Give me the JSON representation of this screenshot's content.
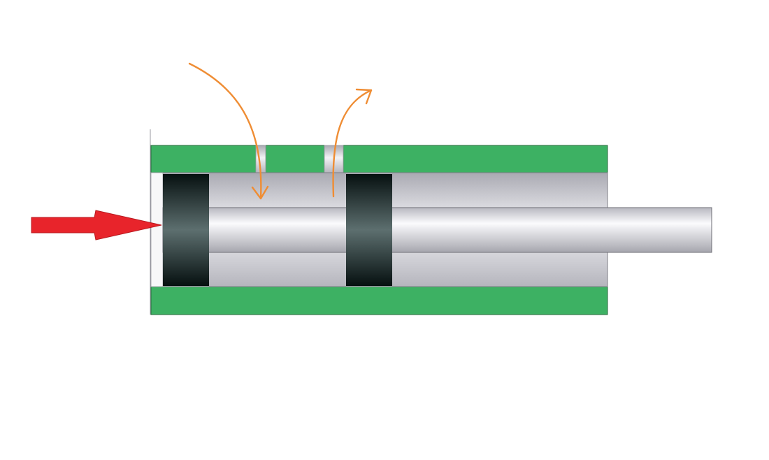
{
  "diagram": {
    "colors": {
      "background": "#ffffff",
      "housing": "#3db163",
      "housing_edge": "#2a6b3f",
      "chamber": "#c9c9cf",
      "piston": "#0a1414",
      "rod": "#e6e6ea",
      "force_arrow": "#e8242b",
      "flow_arrow": "#ef8d34"
    },
    "components": [
      "cylinder-housing",
      "inlet-port",
      "outlet-port",
      "left-piston",
      "right-piston",
      "piston-rod",
      "input-force-arrow",
      "inflow-arrow",
      "outflow-arrow"
    ]
  }
}
